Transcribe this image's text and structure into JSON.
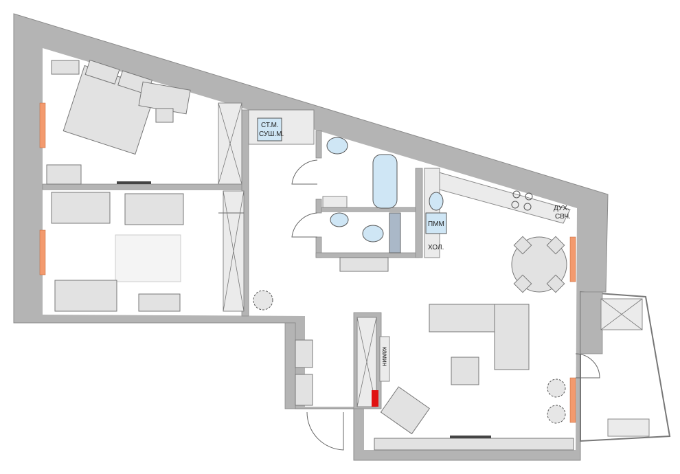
{
  "labels": {
    "washer_line1": "СТ.М.",
    "washer_line2": "СУШ.М.",
    "dishwasher": "ПММ",
    "fridge": "ХОЛ.",
    "oven_line1": "ДУХ.",
    "oven_line2": "СВЧ.",
    "fireplace": "камин"
  },
  "colors": {
    "wall": "#b4b4b4",
    "window": "#f39a6e",
    "fixture": "#cfe6f5",
    "fireplace_fire": "#e01010"
  }
}
